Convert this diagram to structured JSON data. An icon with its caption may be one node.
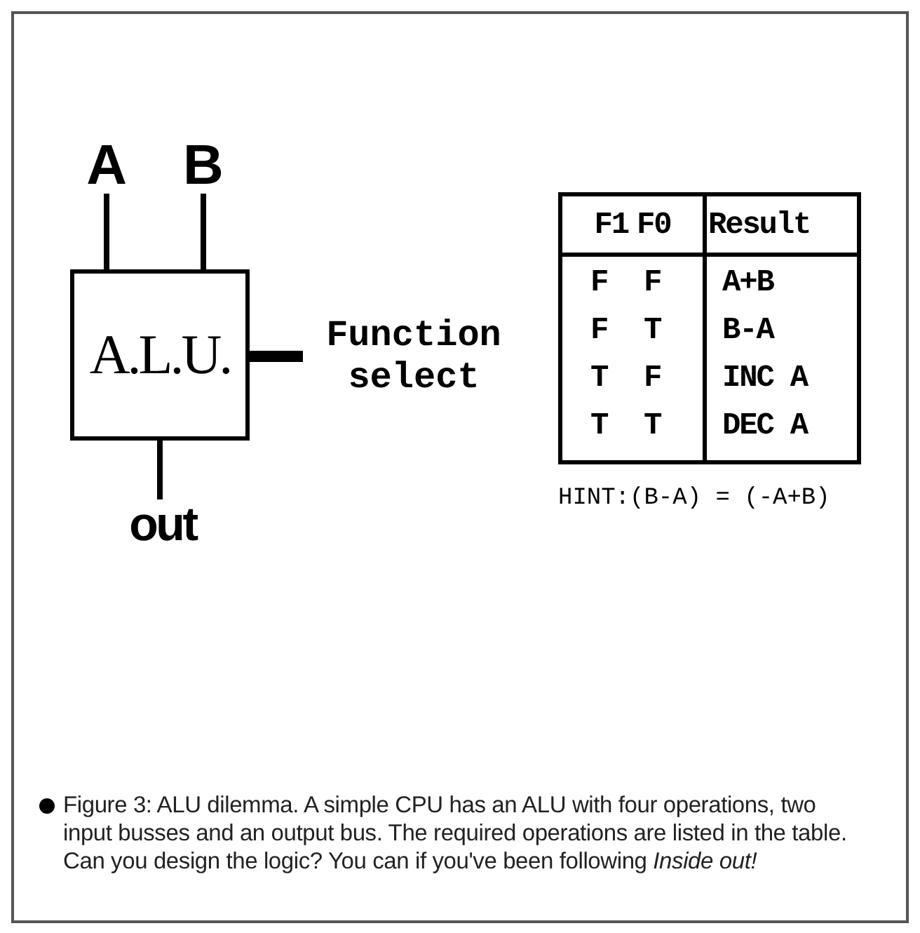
{
  "diagram": {
    "caption": "Figure 3: ALU dilemma. A simple CPU has an ALU with four operations, two input busses and an output bus. The required operations are listed in the table. Can you design the logic? You can if you've been following *Inside out!*",
    "nodes": [
      {
        "text": [
          "A"
        ]
      },
      {
        "text": [
          "B"
        ]
      },
      {
        "text": [
          "A.L.U."
        ]
      },
      {
        "text": [
          "Function select"
        ]
      },
      {
        "text": [
          "out"
        ]
      }
    ],
    "edges": [
      {
        "from": 0,
        "to": 2,
        "arrow": "none"
      },
      {
        "from": 1,
        "to": 2,
        "arrow": "none"
      },
      {
        "from": 3,
        "to": 2,
        "arrow": "none",
        "style": "thick"
      },
      {
        "from": 2,
        "to": 4,
        "arrow": "none"
      }
    ],
    "labels": [
      "F1",
      "F0",
      "Result",
      "F",
      "F",
      "A+B",
      "F",
      "T",
      "B-A",
      "T",
      "F",
      "INC A",
      "T",
      "T",
      "DEC A",
      "HINT:(B-A) = (-A+B)"
    ]
  }
}
